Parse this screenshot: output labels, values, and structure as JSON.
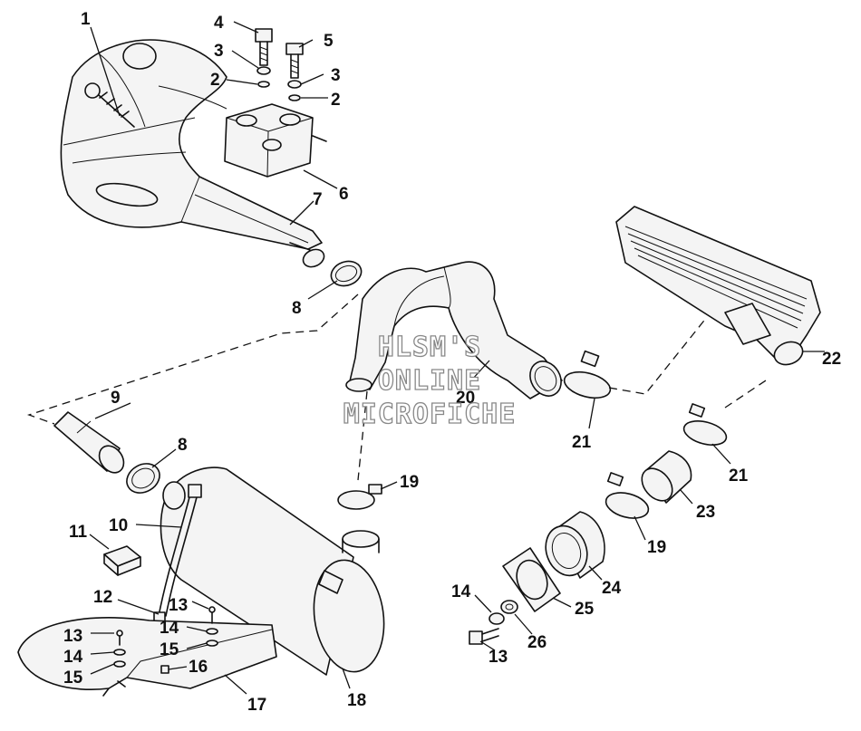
{
  "watermark": {
    "line1": "HLSM'S",
    "line2": "ONLINE",
    "line3": "MICROFICHE"
  },
  "callouts": {
    "c1": "1",
    "c4": "4",
    "c5": "5",
    "c3a": "3",
    "c3b": "3",
    "c2a": "2",
    "c2b": "2",
    "c6": "6",
    "c7": "7",
    "c8a": "8",
    "c8b": "8",
    "c9": "9",
    "c10": "10",
    "c11": "11",
    "c12": "12",
    "c13a": "13",
    "c13b": "13",
    "c13c": "13",
    "c14a": "14",
    "c14b": "14",
    "c14c": "14",
    "c15a": "15",
    "c15b": "15",
    "c16": "16",
    "c17": "17",
    "c18": "18",
    "c19a": "19",
    "c19b": "19",
    "c20": "20",
    "c21a": "21",
    "c21b": "21",
    "c22": "22",
    "c23": "23",
    "c24": "24",
    "c25": "25",
    "c26": "26"
  },
  "colors": {
    "line": "#111111",
    "watermark_outline": "#888888"
  }
}
